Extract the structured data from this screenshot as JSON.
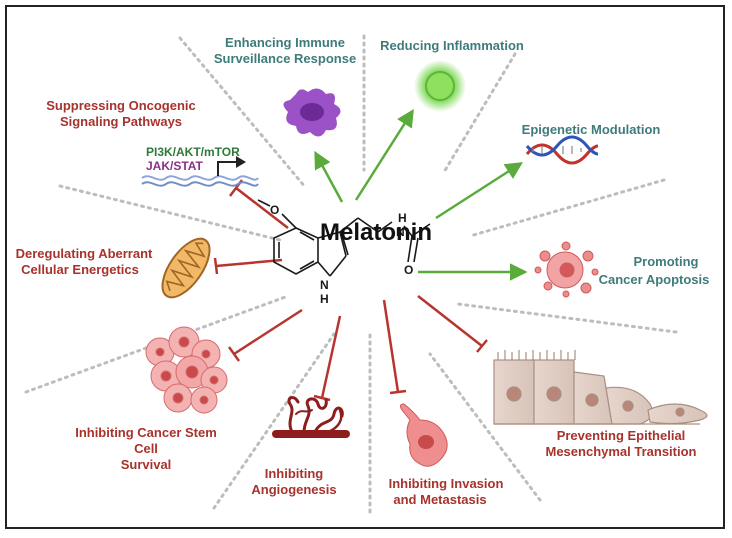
{
  "center": {
    "title": "Melatonin",
    "atom_o_methoxy": "O",
    "atom_n_amide": "H\nN",
    "atom_n_ring": "N\nH",
    "atom_o_carbonyl": "O"
  },
  "effects": {
    "immune": [
      "Enhancing Immune",
      "Surveillance Response"
    ],
    "inflammation": [
      "Reducing Inflammation"
    ],
    "epigenetic": [
      "Epigenetic Modulation"
    ],
    "apoptosis": [
      "Promoting",
      "Cancer Apoptosis"
    ],
    "oncogenic": [
      "Suppressing Oncogenic",
      "Signaling Pathways"
    ],
    "energetics": [
      "Deregulating Aberrant",
      "Cellular Energetics"
    ],
    "stem_cell": [
      "Inhibiting Cancer Stem",
      "Cell",
      "Survival"
    ],
    "angiogenesis": [
      "Inhibiting",
      "Angiogenesis"
    ],
    "invasion": [
      "Inhibiting Invasion",
      "and Metastasis"
    ],
    "emt": [
      "Preventing Epithelial",
      "Mesenchymal Transition"
    ]
  },
  "pathways": {
    "pi3k": "PI3K/AKT/mTOR",
    "jak": "JAK/STAT"
  },
  "colors": {
    "activate": "#5aab3c",
    "inhibit": "#b8352f",
    "label_teal": "#3f7b7b",
    "label_red": "#a8322c",
    "pi3k_text": "#2f7a3a",
    "jak_text": "#8a2f8a",
    "divider": "#bdbdbd"
  }
}
